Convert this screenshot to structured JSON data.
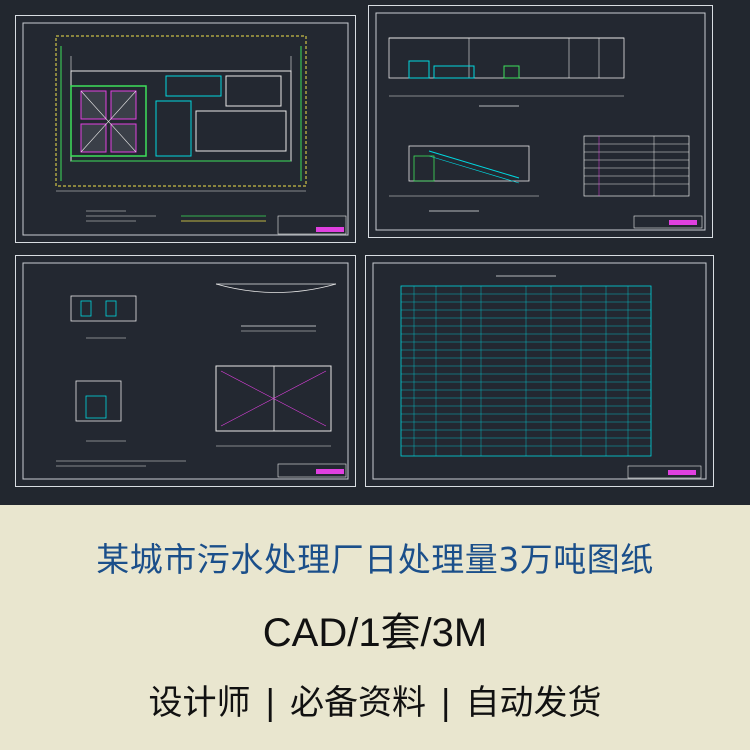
{
  "banner": {
    "title": "某城市污水处理厂日处理量3万吨图纸",
    "subtitle": "CAD/1套/3M",
    "tags": [
      "设计师",
      "必备资料",
      "自动发货"
    ],
    "separator": "|"
  },
  "colors": {
    "background_dark": "#22272f",
    "banner_background": "#e9e6cf",
    "title_color": "#1b4f8a",
    "cad_cyan": "#00d8e0",
    "cad_green": "#3ee05a",
    "cad_yellow": "#f0e24a",
    "cad_magenta": "#e040e0",
    "cad_white": "#e8e8e8"
  }
}
